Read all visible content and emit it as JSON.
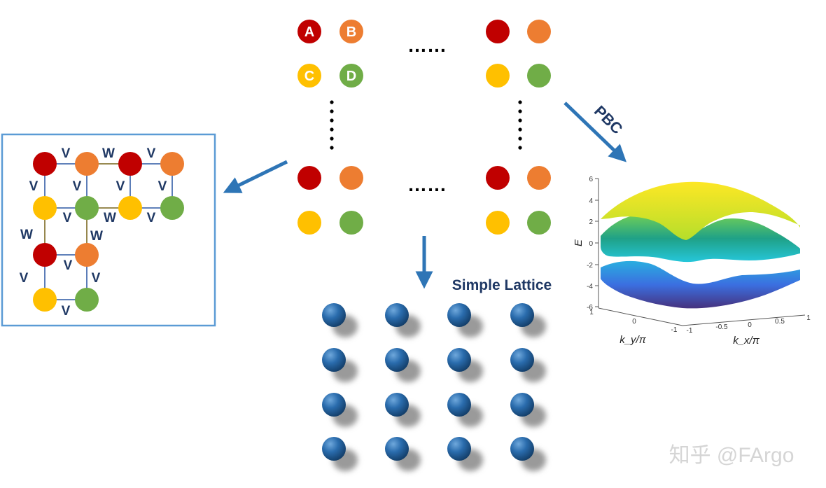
{
  "colors": {
    "A": "#c00000",
    "B": "#ed7d31",
    "C": "#ffc000",
    "D": "#70ad47",
    "arrow": "#2e75b6",
    "bond_v": "#4a6fb0",
    "bond_w": "#8a7a3a",
    "hop_text": "#1f3864",
    "frame": "#5b9bd5",
    "sphere": "#1f5f99",
    "band_top": "#fde725",
    "band_mid": "#21c7b5",
    "band_bot": "#3b5bdb"
  },
  "unit_cell": {
    "labels": [
      "A",
      "B",
      "C",
      "D"
    ]
  },
  "ellipsis": "……",
  "pbc_label": "PBC",
  "simple_lattice_label": "Simple Lattice",
  "hopping": {
    "intra": "V",
    "inter": "W"
  },
  "band_plot": {
    "zlabel": "E",
    "z_ticks": [
      "6",
      "4",
      "2",
      "0",
      "-2",
      "-4",
      "-6"
    ],
    "ky_ticks": [
      "1",
      "0",
      "-1"
    ],
    "kx_ticks": [
      "-1",
      "-0.5",
      "0",
      "0.5",
      "1"
    ],
    "ky_label": "k_y/π",
    "kx_label": "k_x/π"
  },
  "watermark": "知乎 @FArgo"
}
